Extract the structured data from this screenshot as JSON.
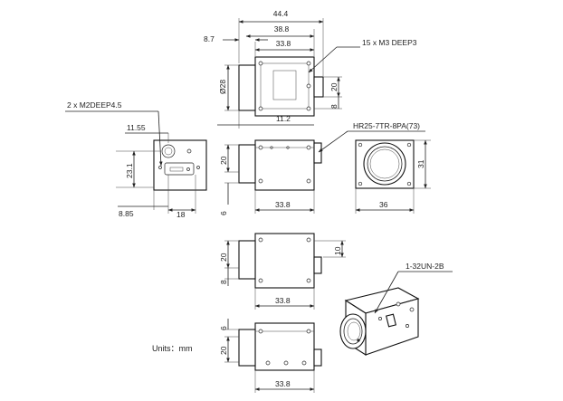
{
  "units_label": "Units：mm",
  "top_view": {
    "width_overall": "44.4",
    "width_mid": "38.8",
    "width_body": "33.8",
    "lens_offset": "8.7",
    "lens_dia": "Ø28",
    "rear_offset": "11.2",
    "side_20": "20",
    "side_8": "8",
    "thread_callout": "15 x  M3 DEEP3"
  },
  "rear_view": {
    "hole_callout": "2 x  M2DEEP4.5",
    "dim_11_55": "11.55",
    "dim_23_1": "23.1",
    "dim_8_85": "8.85",
    "dim_18": "18"
  },
  "side_view": {
    "dim_20": "20",
    "dim_6": "6",
    "dim_33_8": "33.8",
    "connector_callout": "HR25-7TR-8PA(73)"
  },
  "front_view": {
    "dim_31": "31",
    "dim_36": "36"
  },
  "bottom_view": {
    "dim_20": "20",
    "dim_8": "8",
    "dim_10": "10",
    "dim_33_8": "33.8"
  },
  "lower_view": {
    "dim_6": "6",
    "dim_20": "20",
    "dim_33_8": "33.8"
  },
  "iso_view": {
    "mount_callout": "1-32UN-2B"
  }
}
